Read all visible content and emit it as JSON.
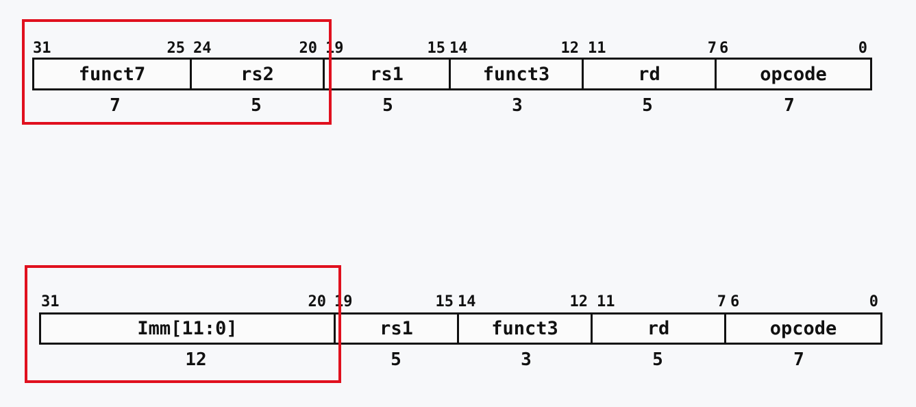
{
  "r_type": {
    "bits": [
      "31",
      "25",
      "24",
      "20",
      "19",
      "15",
      "14",
      "12",
      "11",
      "7",
      "6",
      "0"
    ],
    "fields": [
      "funct7",
      "rs2",
      "rs1",
      "funct3",
      "rd",
      "opcode"
    ],
    "widths": [
      "7",
      "5",
      "5",
      "3",
      "5",
      "7"
    ]
  },
  "i_type": {
    "bits": [
      "31",
      "20",
      "19",
      "15",
      "14",
      "12",
      "11",
      "7",
      "6",
      "0"
    ],
    "fields": [
      "Imm[11:0]",
      "rs1",
      "funct3",
      "rd",
      "opcode"
    ],
    "widths": [
      "12",
      "5",
      "3",
      "5",
      "7"
    ]
  },
  "colors": {
    "highlight": "#e0101e",
    "border": "#111111"
  }
}
